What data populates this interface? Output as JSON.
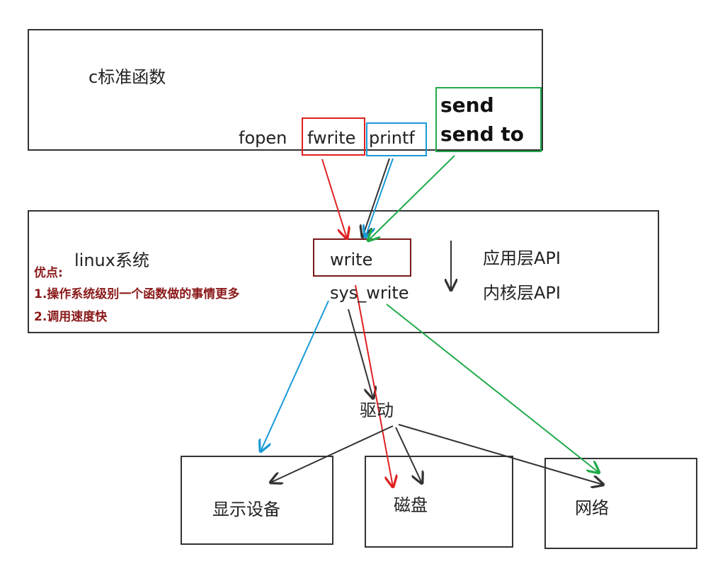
{
  "top_box": {
    "title": "c标准函数",
    "functions": [
      "fopen",
      "fwrite",
      "printf"
    ],
    "send_lines": [
      "send",
      "send to"
    ]
  },
  "system_box": {
    "title": "linux系统",
    "write_label": "write",
    "sys_write_label": "sys_write",
    "app_api_label": "应用层API",
    "kernel_api_label": "内核层API"
  },
  "advantages": {
    "heading": "优点:",
    "items": [
      "1.操作系统级别一个函数做的事情更多",
      "2.调用速度快"
    ],
    "color": "#8b1a1a"
  },
  "driver_label": "驱动",
  "devices": [
    "显示设备",
    "磁盘",
    "网络"
  ],
  "colors": {
    "fwrite": "#e02020",
    "printf": "#1a9ad6",
    "send": "#1faa4a",
    "write_box": "#7a1a1a",
    "default_arrow": "#333333"
  }
}
